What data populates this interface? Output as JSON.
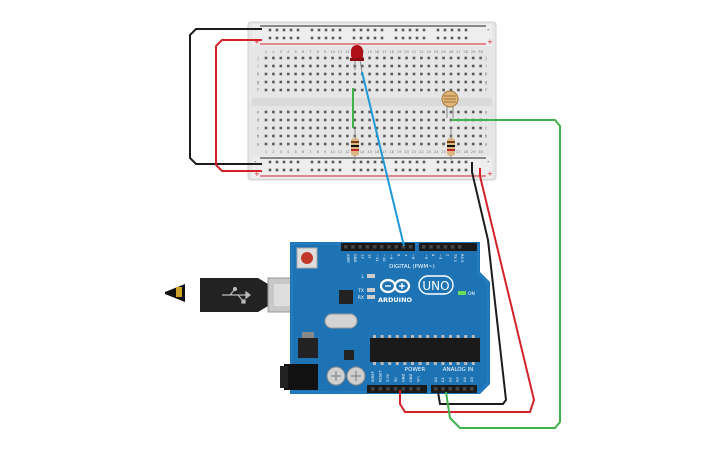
{
  "breadboard": {
    "rail_plus": "+",
    "rail_minus": "-",
    "row_letters_top": [
      "j",
      "i",
      "h",
      "g",
      "f"
    ],
    "row_letters_bottom": [
      "e",
      "d",
      "c",
      "b",
      "a"
    ],
    "column_numbers": [
      "1",
      "2",
      "3",
      "4",
      "5",
      "6",
      "7",
      "8",
      "9",
      "10",
      "11",
      "12",
      "13",
      "14",
      "15",
      "16",
      "17",
      "18",
      "19",
      "20",
      "21",
      "22",
      "23",
      "24",
      "25",
      "26",
      "27",
      "28",
      "29",
      "30"
    ]
  },
  "arduino": {
    "brand": "ARDUINO",
    "model": "UNO",
    "digital_header_label": "DIGITAL (PWM~)",
    "power_label": "POWER",
    "analog_label": "ANALOG IN",
    "on_label": "ON",
    "led_labels": [
      "L",
      "TX",
      "RX"
    ],
    "digital_pins": [
      "AREF",
      "GND",
      "13",
      "12",
      "~11",
      "~10",
      "~9",
      "8",
      "7",
      "~6",
      "~5",
      "4",
      "~3",
      "2",
      "TX 1",
      "RX 0"
    ],
    "power_pins": [
      "IOREF",
      "RESET",
      "3.3V",
      "5V",
      "GND",
      "GND",
      "Vin"
    ],
    "analog_pins": [
      "A0",
      "A1",
      "A2",
      "A3",
      "A4",
      "A5"
    ]
  },
  "colors": {
    "wire_black": "#1c1c1c",
    "wire_red": "#d3222a",
    "wire_blue": "#1f98d6",
    "wire_green": "#3fb24a",
    "board_blue": "#1e73b5",
    "led_red": "#b0101a"
  }
}
